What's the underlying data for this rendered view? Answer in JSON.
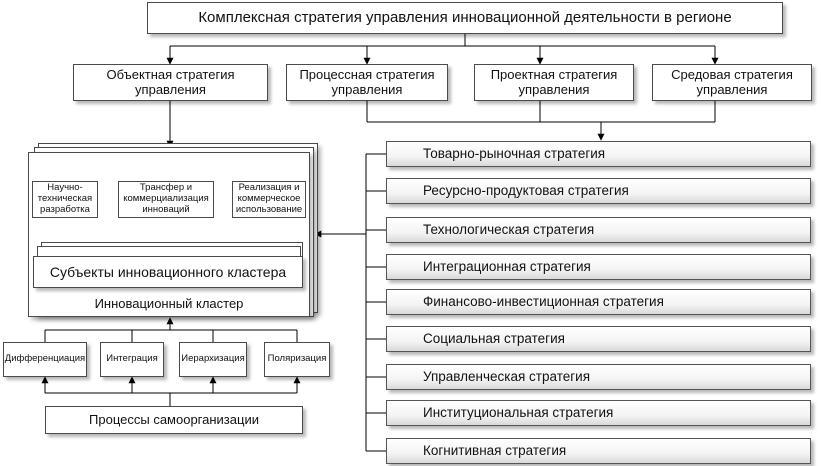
{
  "diagram": {
    "title": "Комплексная стратегия управления инновационной деятельности в регионе",
    "level2": [
      "Объектная стратегия управления",
      "Процессная стратегия управления",
      "Проектная стратегия управления",
      "Средовая стратегия управления"
    ],
    "strategies": [
      "Товарно-рыночная стратегия",
      "Ресурсно-продуктовая стратегия",
      "Технологическая стратегия",
      "Интеграционная стратегия",
      "Финансово-инвестиционная стратегия",
      "Социальная стратегия",
      "Управленческая стратегия",
      "Институциональная стратегия",
      "Когнитивная стратегия"
    ],
    "cluster": {
      "stages": [
        "Научно-техническая разработка",
        "Трансфер и коммерциализация инноваций",
        "Реализация и коммерческое использование"
      ],
      "subjects": "Субъекты инновационного кластера",
      "label": "Инновационный кластер"
    },
    "processes": [
      "Дифференциация",
      "Интеграция",
      "Иерархизация",
      "Поляризация"
    ],
    "self_org": "Процессы самоорганизации"
  }
}
